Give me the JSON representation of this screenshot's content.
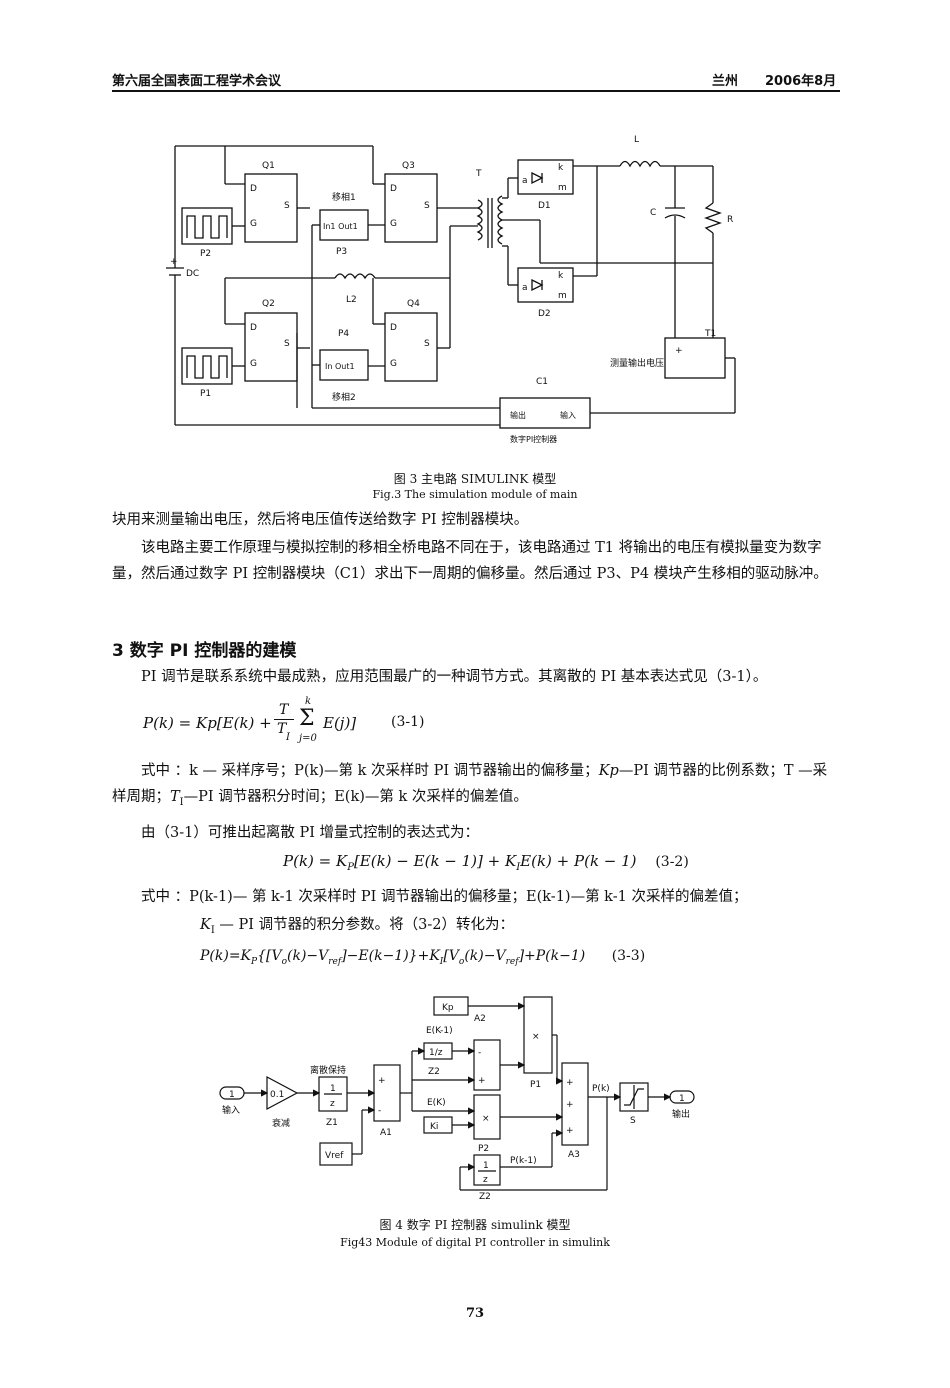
{
  "header": {
    "left": "第六届全国表面工程学术会议",
    "right_city": "兰州",
    "right_date": "2006年8月"
  },
  "fig3": {
    "labels": {
      "L": "L",
      "Q1": "Q1",
      "Q3": "Q3",
      "Q2": "Q2",
      "Q4": "Q4",
      "T": "T",
      "P2": "P2",
      "P1": "P1",
      "P3": "P3",
      "P4": "P4",
      "L2": "L2",
      "DC": "DC",
      "C": "C",
      "R": "R",
      "D1": "D1",
      "D2": "D2",
      "T1": "T1",
      "C1": "C1",
      "shift1": "移相1",
      "shift2": "移相2",
      "in1out1": "In1 Out1",
      "inout": "In Out1",
      "meas": "测量输出电压",
      "out": "输出",
      "in": "输入",
      "pi": "数字PI控制器",
      "D": "D",
      "G": "G",
      "S": "S",
      "a": "a",
      "k": "k",
      "m": "m",
      "plus": "+"
    },
    "caption_cn": "图 3 主电路 SIMULINK 模型",
    "caption_en": "Fig.3 The simulation module of main"
  },
  "para1": "块用来测量输出电压，然后将电压值传送给数字 PI 控制器模块。",
  "para2": "该电路主要工作原理与模拟控制的移相全桥电路不同在于，该电路通过 T1 将输出的电压有模拟量变为数字量，然后通过数字 PI 控制器模块（C1）求出下一周期的偏移量。然后通过 P3、P4 模块产生移相的驱动脉冲。",
  "section_title": "3 数字 PI 控制器的建模",
  "para3": "PI 调节是联系系统中最成熟，应用范围最广的一种调节方式。其离散的 PI 基本表达式见（3-1）。",
  "eq1": {
    "lhs": "P(k) = Kp[E(k) +",
    "frac_num": "T",
    "frac_den": "T",
    "frac_den_sub": "I",
    "sum_top": "k",
    "sum_bottom": "j=0",
    "sum_sym": "Σ",
    "rhs": "E(j)]",
    "num": "(3-1)"
  },
  "para4_a": "式中 ：k — 采样序号；P(k)—第 k 次采样时 PI 调节器输出的偏移量；",
  "para4_kp": "Kp",
  "para4_b": "—PI 调节器的比例系数；T —采样周期；",
  "para4_ti": "T",
  "para4_ti_sub": "I",
  "para4_c": "—PI 调节器积分时间；E(k)—第 k 次采样的偏差值。",
  "para5": "由（3-1）可推出起离散 PI 增量式控制的表达式为：",
  "eq2": {
    "text": "P(k) = K",
    "sub1": "P",
    "mid": "[E(k) − E(k − 1)] + K",
    "sub2": "I",
    "end": "E(k) + P(k − 1)",
    "num": "(3-2)"
  },
  "para6_a": "式中 ：P(k-1)— 第 k-1 次采样时 PI 调节器输出的偏移量；E(k-1)—第 k-1 次采样的偏差值；",
  "para6_ki": "K",
  "para6_ki_sub": "I",
  "para6_b": " — PI 调节器的积分参数。将（3-2）转化为：",
  "eq3": {
    "p1": "P(k)=K",
    "s1": "P",
    "p2": "{[V",
    "s2": "o",
    "p3": "(k)−V",
    "s3": "ref",
    "p4": "]−E(k−1)}+K",
    "s4": "I",
    "p5": "[V",
    "s5": "o",
    "p6": "(k)−V",
    "s6": "ref",
    "p7": "]+P(k−1)",
    "num": "(3-3)"
  },
  "fig4": {
    "labels": {
      "kp": "Kp",
      "a2": "A2",
      "ek1": "E(K-1)",
      "z1inv": "1/z",
      "z2": "Z2",
      "p1": "P1",
      "hold": "离散保持",
      "gain": "0.1",
      "one": "1",
      "z": "z",
      "z1": "Z1",
      "ek": "E(K)",
      "ki": "Ki",
      "a1": "A1",
      "vref": "Vref",
      "p2": "P2",
      "pk": "P(k)",
      "s": "S",
      "a3": "A3",
      "pk1": "P(k-1)",
      "zz2": "Z2",
      "in": "输入",
      "out": "输出",
      "atten": "衰减",
      "port": "1",
      "times": "×",
      "plus": "+",
      "minus": "-"
    },
    "caption_cn": "图 4 数字 PI 控制器 simulink 模型",
    "caption_en": "Fig43 Module of digital PI controller in simulink"
  },
  "page_number": "73"
}
